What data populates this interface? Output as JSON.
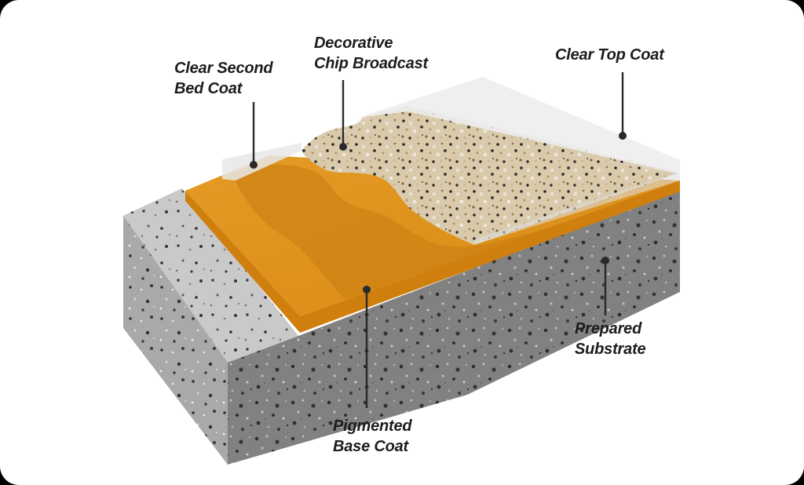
{
  "labels": {
    "clear_second_bed_coat": "Clear Second\nBed Coat",
    "decorative_chip_broadcast": "Decorative\nChip Broadcast",
    "clear_top_coat": "Clear Top Coat",
    "prepared_substrate": "Prepared\nSubstrate",
    "pigmented_base_coat": "Pigmented\nBase Coat"
  },
  "colors": {
    "concrete": "#9a9a9a",
    "pigmented_base": "#e0961f",
    "chip_broadcast": "#e8d9bd",
    "clear_coat": "#f2f2f2"
  }
}
